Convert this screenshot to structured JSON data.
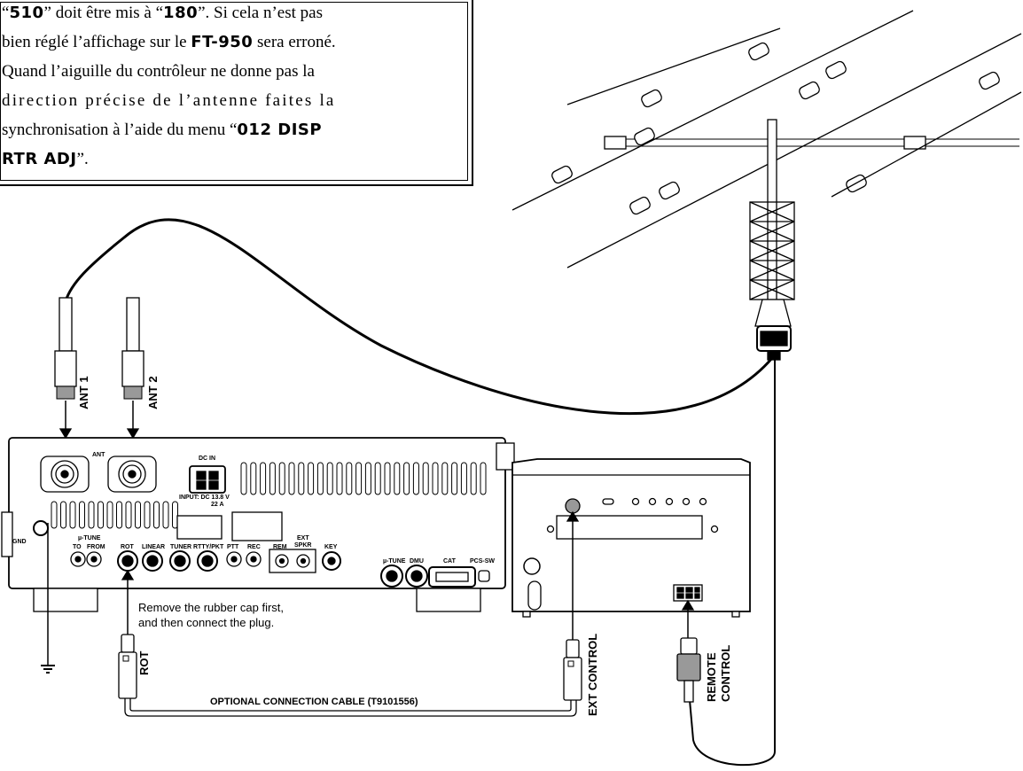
{
  "note": {
    "line1_pre": "“",
    "line1_code1": "510",
    "line1_mid": "” doit être mis à “",
    "line1_code2": "180",
    "line1_post": "”. Si cela n’est pas",
    "line2_pre": "bien réglé l’affichage sur le ",
    "line2_model": "FT-950",
    "line2_post": " sera erroné.",
    "line3": "Quand l’aiguille du contrôleur ne donne pas la",
    "line4": "direction précise de l’antenne faites la",
    "line5_pre": "synchronisation à l’aide du menu “",
    "line5_code": "012 DISP",
    "line6_code": "RTR ADJ",
    "line6_post": "”."
  },
  "labels": {
    "ant1": "ANT 1",
    "ant2": "ANT 2",
    "rot": "ROT",
    "ext_control": "EXT CONTROL",
    "remote_control_1": "REMOTE",
    "remote_control_2": "CONTROL",
    "cable_name": "OPTIONAL CONNECTION CABLE",
    "cable_part": " (T9101556)",
    "cap_note_1": "Remove the rubber cap first,",
    "cap_note_2": "and then connect the plug."
  },
  "panel": {
    "ant": "ANT",
    "dc_in": "DC IN",
    "input": "INPUT: DC 13.8 V",
    "amps": "22 A",
    "gnd": "GND",
    "tune_header": "µ-TUNE",
    "to": "TO",
    "from": "FROM",
    "rot": "ROT",
    "linear": "LINEAR",
    "tuner": "TUNER",
    "rtty": "RTTY/PKT",
    "ptt": "PTT",
    "rec": "REC",
    "rem": "REM",
    "ext": "EXT",
    "spkr": "SPKR",
    "key": "KEY",
    "tune2": "µ-TUNE",
    "dmu": "DMU",
    "cat": "CAT",
    "pcsw": "PCS-SW"
  },
  "colors": {
    "line": "#000000",
    "fill": "#ffffff",
    "shade": "#bdbdbd"
  }
}
